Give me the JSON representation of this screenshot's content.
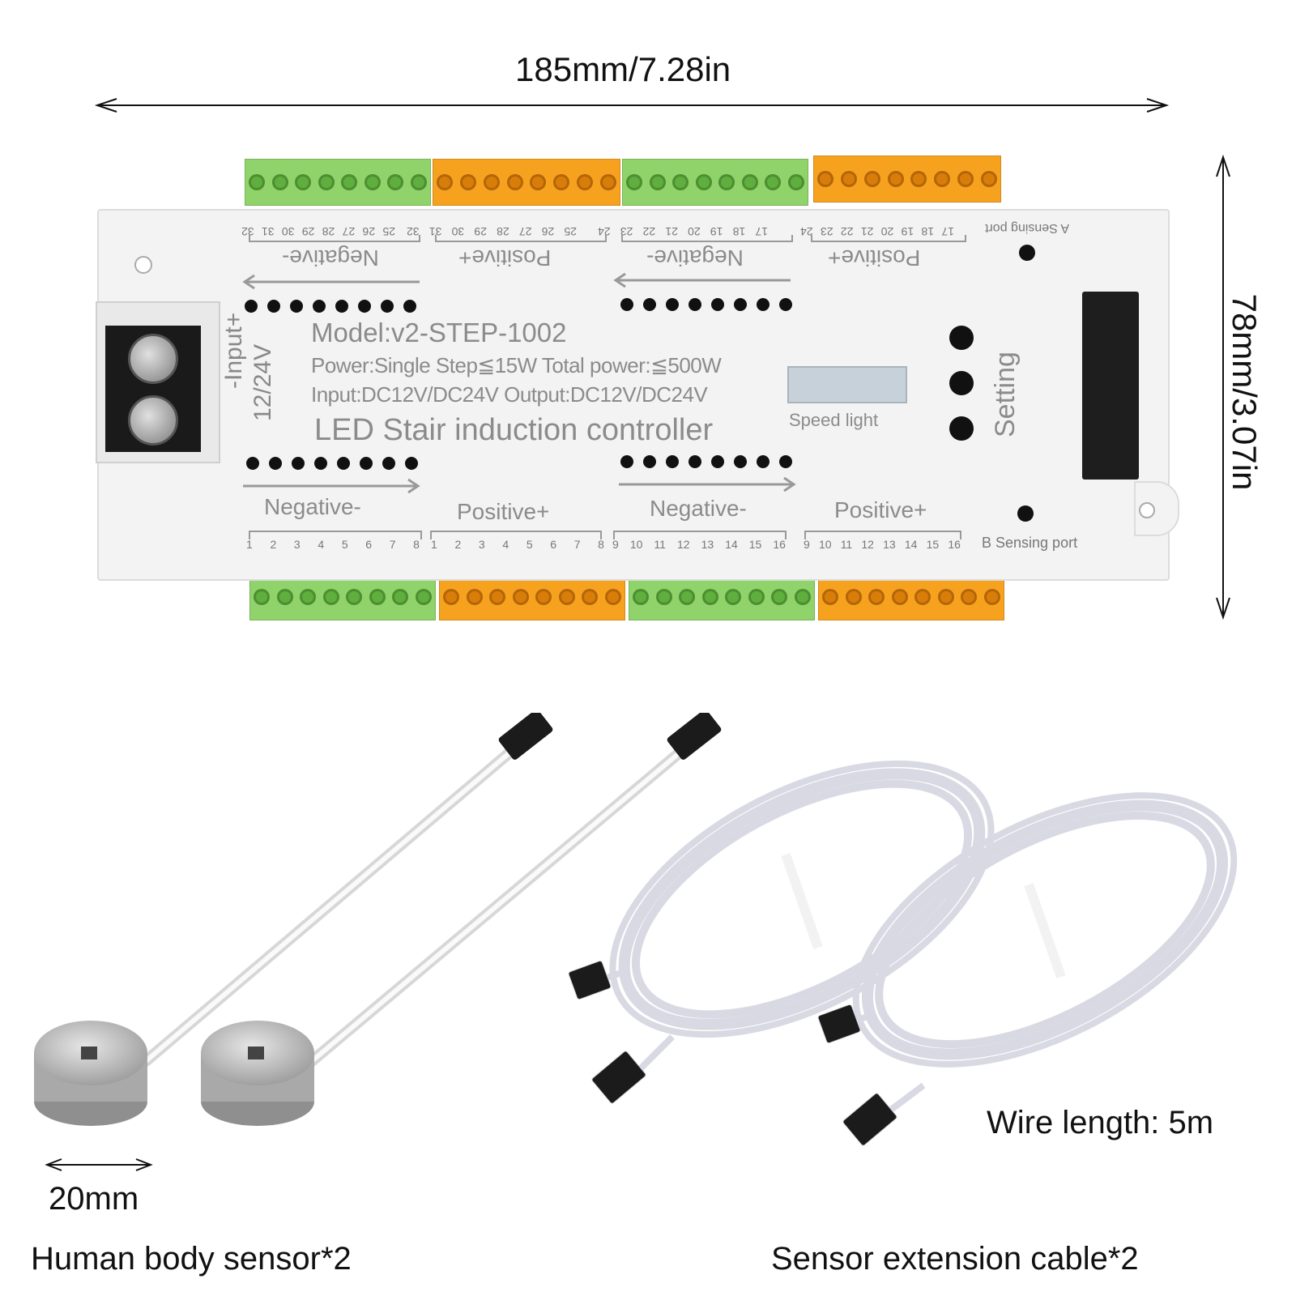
{
  "dimensions": {
    "width_label": "185mm/7.28in",
    "height_label": "78mm/3.07in",
    "sensor_diameter_label": "20mm"
  },
  "controller": {
    "model": "Model:v2-STEP-1002",
    "power": "Power:Single Step≦15W Total power:≦500W",
    "io": "Input:DC12V/DC24V Output:DC12V/DC24V",
    "name": "LED Stair induction controller",
    "input_label": "-Input+",
    "input_voltage": "12/24V",
    "speed_label": "Speed light",
    "setting_label": "Setting",
    "a_port": "A Sensing port",
    "b_port": "B Sensing port",
    "top_labels": [
      "Negative-",
      "Positive+",
      "Negative-",
      "Positive+"
    ],
    "bottom_labels": [
      "Negative-",
      "Positive+",
      "Negative-",
      "Positive+"
    ],
    "top_pin_groups": [
      [
        "32",
        "31",
        "30",
        "29",
        "28",
        "27",
        "26",
        "25"
      ],
      [
        "32",
        "31",
        "30",
        "29",
        "28",
        "27",
        "26",
        "25"
      ],
      [
        "24",
        "23",
        "22",
        "21",
        "20",
        "19",
        "18",
        "17"
      ],
      [
        "24",
        "23",
        "22",
        "21",
        "20",
        "19",
        "18",
        "17"
      ]
    ],
    "bottom_pin_groups": [
      [
        "1",
        "2",
        "3",
        "4",
        "5",
        "6",
        "7",
        "8"
      ],
      [
        "1",
        "2",
        "3",
        "4",
        "5",
        "6",
        "7",
        "8"
      ],
      [
        "9",
        "10",
        "11",
        "12",
        "13",
        "14",
        "15",
        "16"
      ],
      [
        "9",
        "10",
        "11",
        "12",
        "13",
        "14",
        "15",
        "16"
      ]
    ],
    "terminal_colors": [
      "green",
      "orange",
      "green",
      "orange"
    ]
  },
  "captions": {
    "sensor": "Human body sensor*2",
    "cable": "Sensor extension cable*2",
    "wire_length": "Wire length: 5m"
  },
  "colors": {
    "terminal_green": "#8fd36a",
    "terminal_orange": "#f7a21f",
    "board": "#f3f3f3",
    "sensor_silver": "#b9b9b9"
  }
}
